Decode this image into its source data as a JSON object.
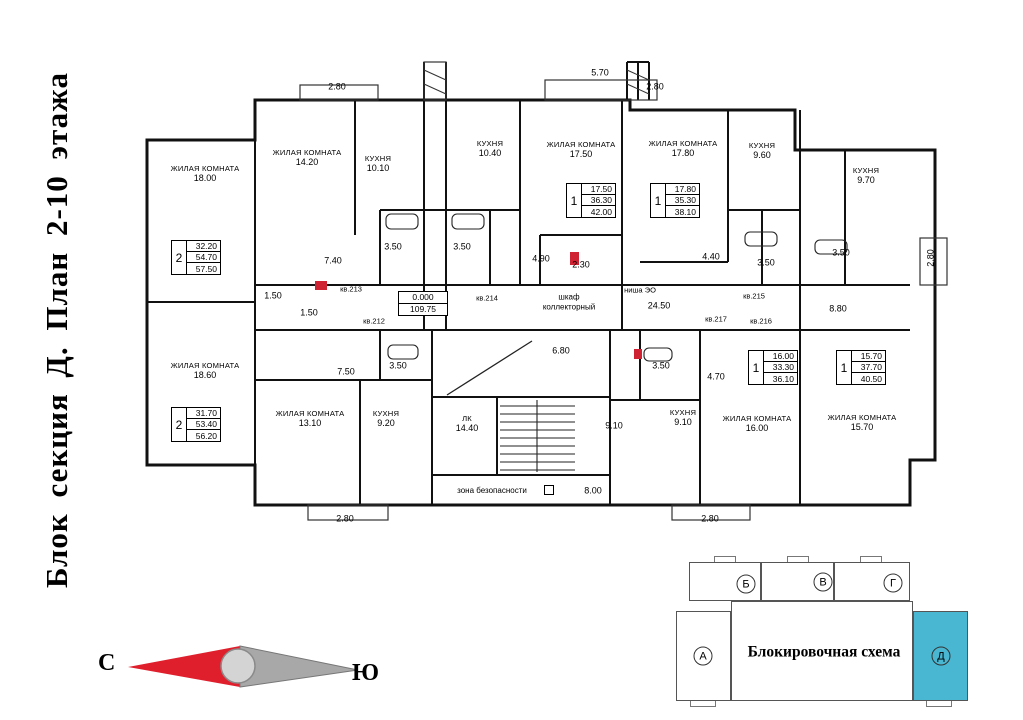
{
  "title": "Блок секция Д. План 2-10 этажа",
  "compass": {
    "north_label": "С",
    "south_label": "Ю"
  },
  "plan": {
    "rooms": [
      {
        "name": "ЖИЛАЯ КОМНАТА",
        "area": "18.00"
      },
      {
        "name": "ЖИЛАЯ КОМНАТА",
        "area": "14.20"
      },
      {
        "name": "КУХНЯ",
        "area": "10.10"
      },
      {
        "name": "КУХНЯ",
        "area": "10.40"
      },
      {
        "name": "ЖИЛАЯ КОМНАТА",
        "area": "17.50"
      },
      {
        "name": "ЖИЛАЯ КОМНАТА",
        "area": "17.80"
      },
      {
        "name": "КУХНЯ",
        "area": "9.60"
      },
      {
        "name": "КУХНЯ",
        "area": "9.70"
      },
      {
        "name": "ЖИЛАЯ КОМНАТА",
        "area": "18.60"
      },
      {
        "name": "ЖИЛАЯ КОМНАТА",
        "area": "13.10"
      },
      {
        "name": "КУХНЯ",
        "area": "9.20"
      },
      {
        "name": "ЛК",
        "area": "14.40"
      },
      {
        "name": "КУХНЯ",
        "area": "9.10"
      },
      {
        "name": "ЖИЛАЯ КОМНАТА",
        "area": "16.00"
      },
      {
        "name": "ЖИЛАЯ КОМНАТА",
        "area": "15.70"
      }
    ],
    "apt_tables": [
      {
        "rooms": "2",
        "living": "32.20",
        "useful": "54.70",
        "total": "57.50"
      },
      {
        "rooms": "1",
        "living": "17.50",
        "useful": "36.30",
        "total": "42.00"
      },
      {
        "rooms": "1",
        "living": "17.80",
        "useful": "35.30",
        "total": "38.10"
      },
      {
        "rooms": "2",
        "living": "31.70",
        "useful": "53.40",
        "total": "56.20"
      },
      {
        "rooms": "1",
        "living": "16.00",
        "useful": "33.30",
        "total": "36.10"
      },
      {
        "rooms": "1",
        "living": "15.70",
        "useful": "37.70",
        "total": "40.50"
      }
    ],
    "dims": [
      "2.80",
      "5.70",
      "2.80",
      "3.50",
      "3.50",
      "4.90",
      "2.30",
      "4.40",
      "3.50",
      "3.50",
      "7.40",
      "1.50",
      "1.50",
      "24.50",
      "8.80",
      "2.80",
      "7.50",
      "3.50",
      "6.80",
      "3.50",
      "4.70",
      "9.10",
      "8.00",
      "2.80",
      "2.80"
    ],
    "apt_numbers": [
      "кв.212",
      "кв.213",
      "кв.214",
      "кв.215",
      "кв.216",
      "кв.217"
    ],
    "annotations": {
      "cabinet_line1": "шкаф",
      "cabinet_line2": "коллекторный",
      "niche": "ниша ЭО",
      "safety_zone": "зона безопасности",
      "elevation_top": "0.000",
      "elevation_bottom": "109.75"
    }
  },
  "block_scheme": {
    "title": "Блокировочная схема",
    "sections": [
      {
        "label": "А"
      },
      {
        "label": "Б"
      },
      {
        "label": "В"
      },
      {
        "label": "Г"
      },
      {
        "label": "Д"
      }
    ],
    "highlighted": "Д",
    "highlight_color": "#49b6d2"
  }
}
